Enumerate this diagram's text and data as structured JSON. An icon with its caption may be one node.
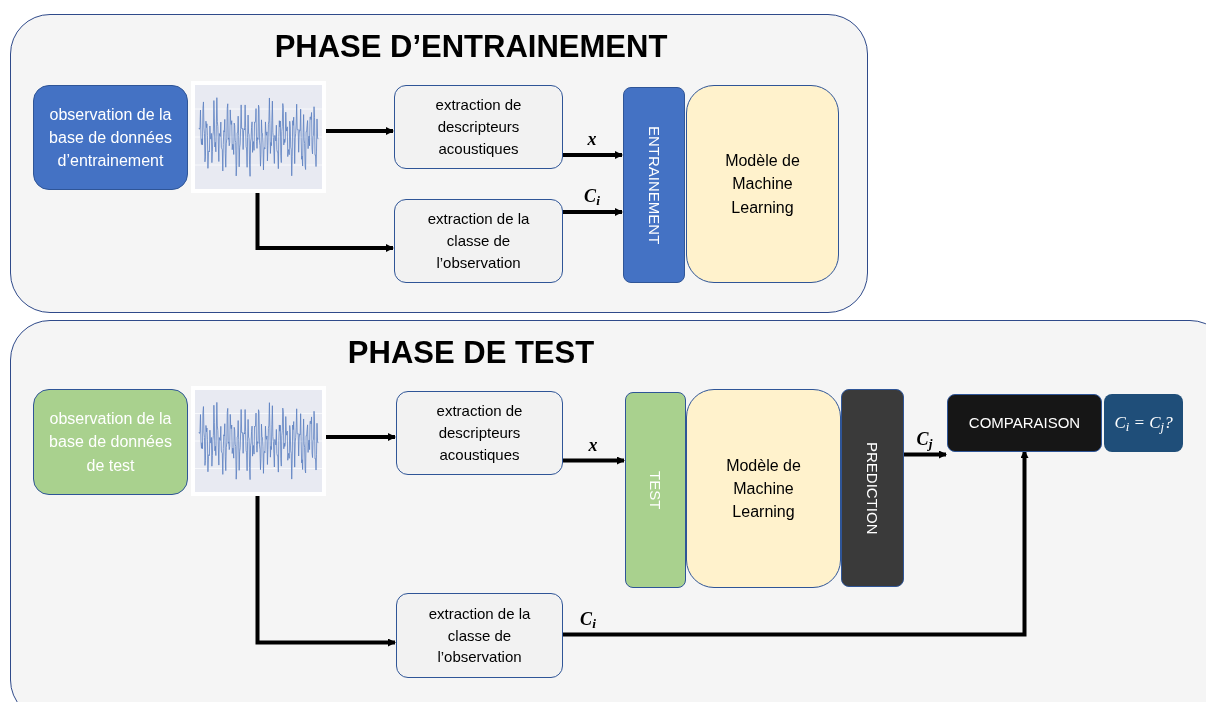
{
  "diagram": {
    "nodes": [
      {
        "text": [
          "PHASE D’ENTRAINEMENT"
        ]
      },
      {
        "text": [
          "observation de la base de données d’entrainement"
        ],
        "in": 0
      },
      {
        "text": [],
        "shape": "picture",
        "in": 0
      },
      {
        "text": [
          "extraction de descripteurs acoustiques"
        ],
        "in": 0
      },
      {
        "text": [
          "extraction de la classe de l’observation"
        ],
        "in": 0
      },
      {
        "text": [
          "ENTRAINEMENT"
        ],
        "in": 0
      },
      {
        "text": [
          "Modèle de Machine Learning"
        ],
        "in": 0
      },
      {
        "text": [
          "PHASE DE TEST"
        ]
      },
      {
        "text": [
          "observation de la base de données de test"
        ],
        "in": 7
      },
      {
        "text": [],
        "shape": "picture",
        "in": 7
      },
      {
        "text": [
          "extraction de descripteurs acoustiques"
        ],
        "in": 7
      },
      {
        "text": [
          "extraction de la classe de l’observation"
        ],
        "in": 7
      },
      {
        "text": [
          "TEST"
        ],
        "in": 7
      },
      {
        "text": [
          "Modèle de Machine Learning"
        ],
        "in": 7
      },
      {
        "text": [
          "PREDICTION"
        ],
        "in": 7
      },
      {
        "text": [
          "COMPARAISON"
        ],
        "in": 7
      },
      {
        "text": [
          "C$_{i}$ = C$_{j}$?"
        ],
        "in": 7
      }
    ],
    "edges": [
      {
        "from": 2,
        "to": 3,
        "arrow": "to"
      },
      {
        "from": 2,
        "to": 4,
        "arrow": "to"
      },
      {
        "from": 3,
        "to": 5,
        "arrow": "to",
        "label": "x"
      },
      {
        "from": 4,
        "to": 5,
        "arrow": "to",
        "label": "C$_{i}$"
      },
      {
        "from": 9,
        "to": 10,
        "arrow": "to"
      },
      {
        "from": 9,
        "to": 11,
        "arrow": "to"
      },
      {
        "from": 10,
        "to": 12,
        "arrow": "to",
        "label": "x"
      },
      {
        "from": 14,
        "to": 15,
        "arrow": "to",
        "label": "C$_{j}$"
      },
      {
        "from": 11,
        "to": 15,
        "arrow": "to",
        "label": "C$_{i}$"
      }
    ]
  }
}
